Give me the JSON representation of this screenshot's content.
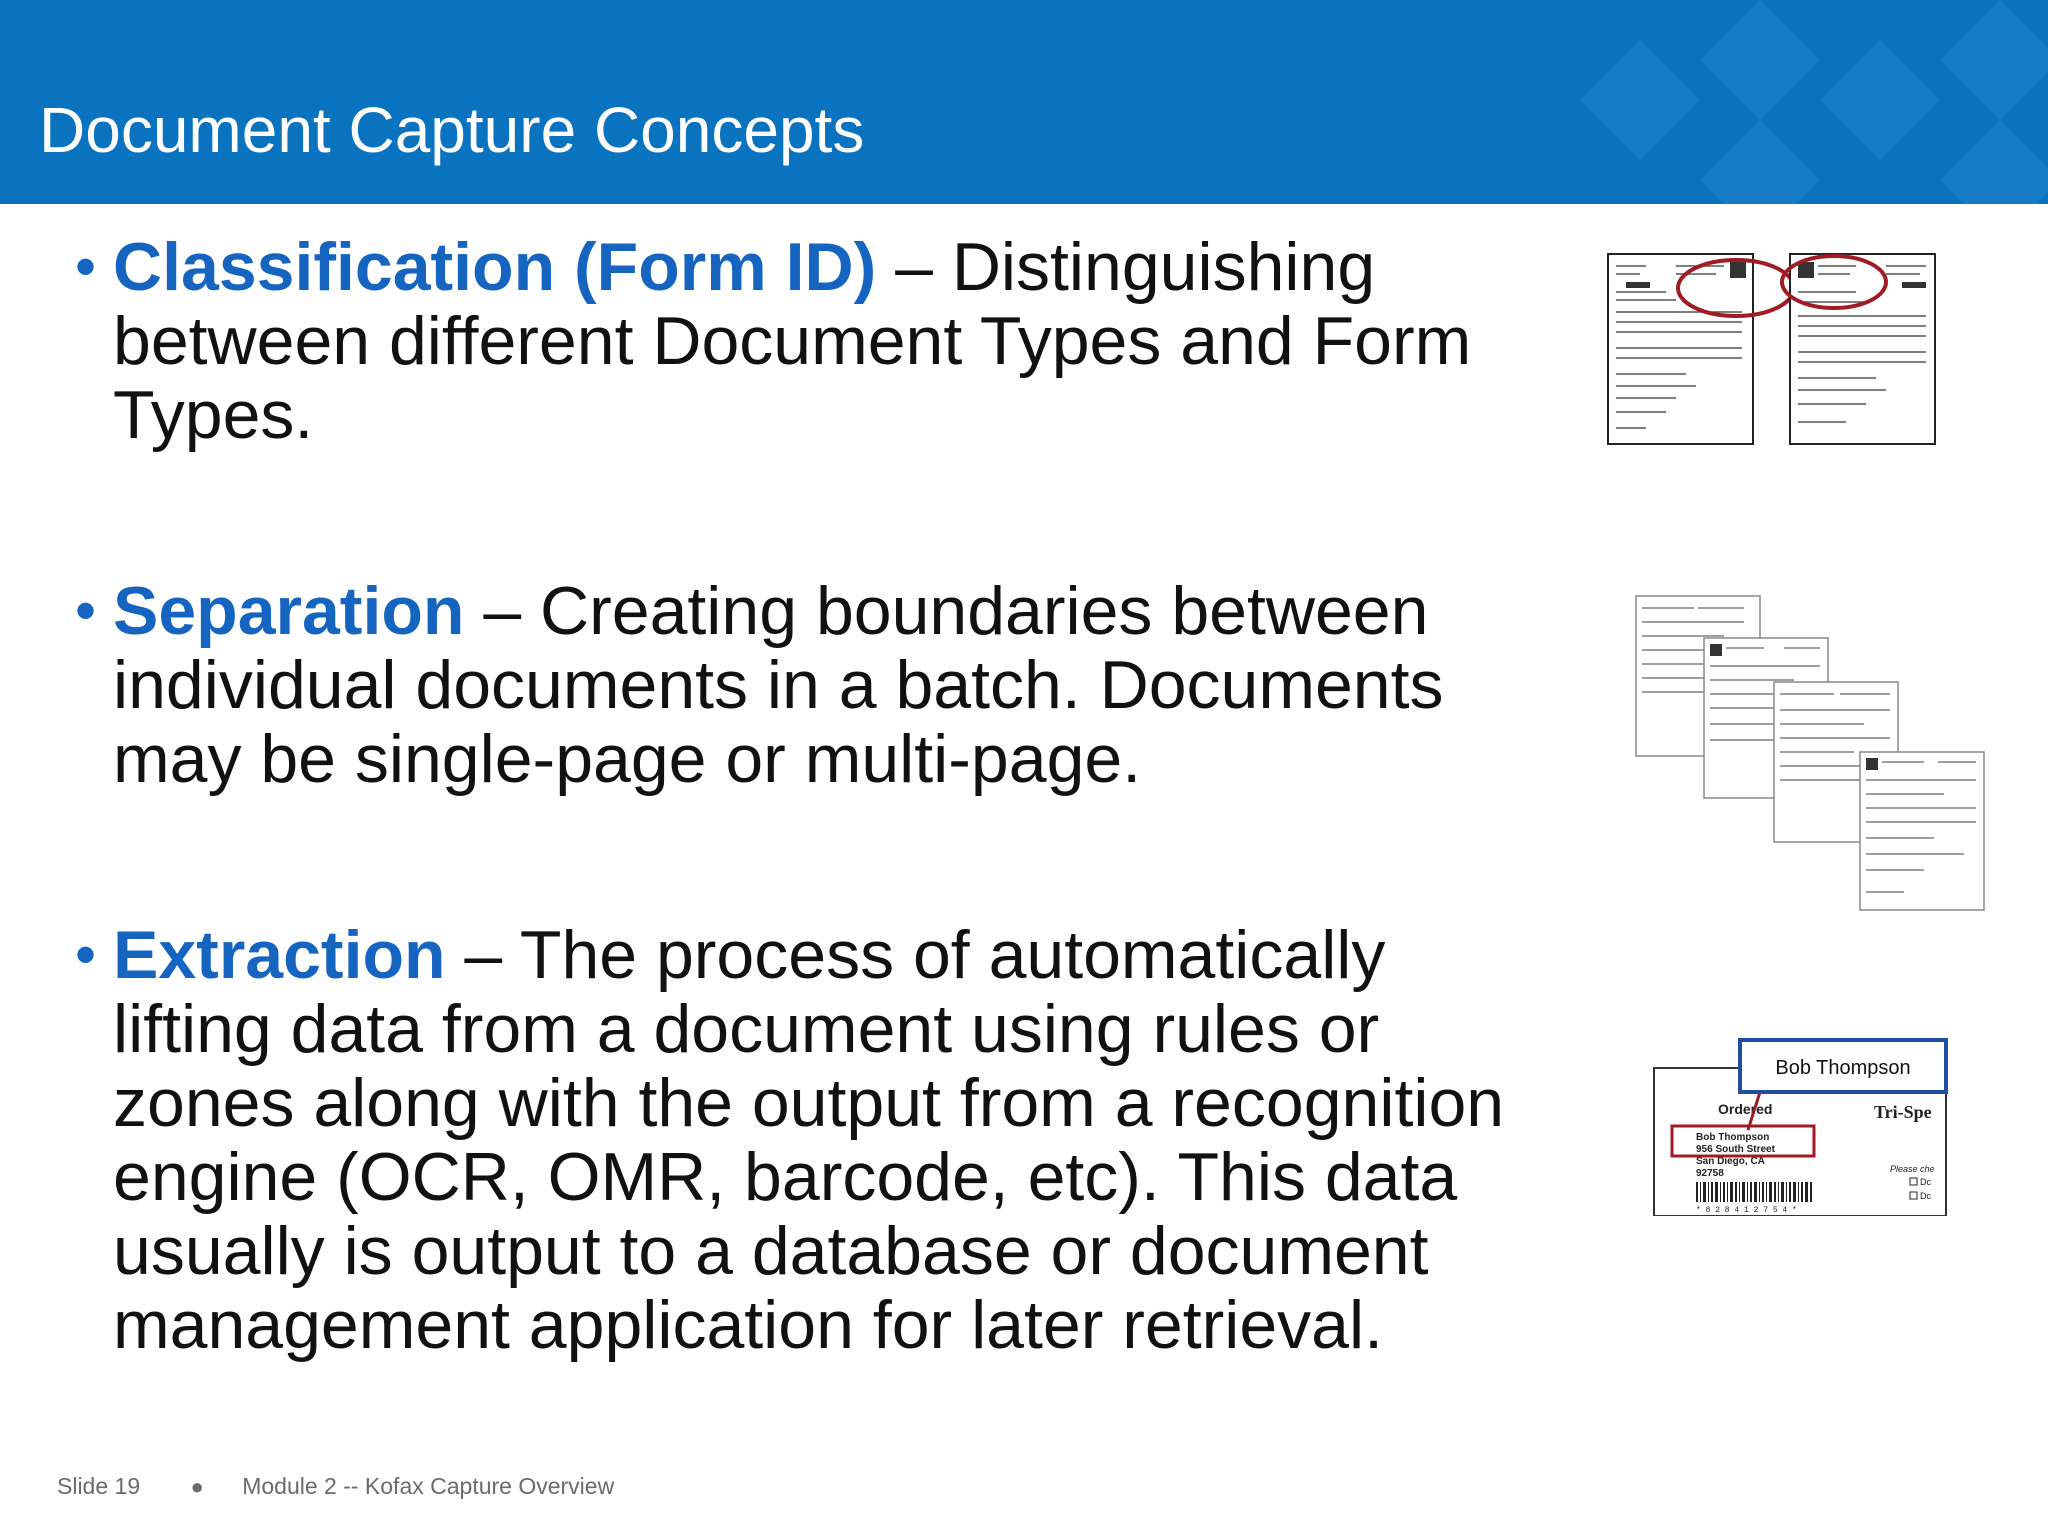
{
  "slide": {
    "title": "Document Capture Concepts",
    "bullets": [
      {
        "term": "Classification (Form ID)",
        "text": " – Distinguishing between different Document Types and Form Types."
      },
      {
        "term": "Separation",
        "text": " – Creating boundaries between individual documents in a batch. Documents may be single-page or multi-page."
      },
      {
        "term": "Extraction",
        "text": " – The process of automatically lifting data from a document using rules or zones along with the output from a recognition engine (OCR, OMR, barcode, etc).  This data usually is output to a database or document management application for later retrieval."
      }
    ],
    "extraction_figure": {
      "callout": "Bob Thompson",
      "ordered_label": "Ordered",
      "address_line1": "Bob Thompson",
      "address_line2": "956 South Street",
      "address_line3": "San Diego, CA",
      "zip": "92758",
      "company": "Tri-Spe",
      "please_check": "Please che",
      "check_opt1": "Dc",
      "check_opt2": "Dc",
      "barcode_digits": "* 8 2 8 4 1 2 7 5 4 *"
    }
  },
  "footer": {
    "slide_label": "Slide 19",
    "separator": "●",
    "module": "Module 2 -- Kofax Capture Overview"
  },
  "colors": {
    "header_blue": "#0a73c0",
    "term_blue": "#1565c0",
    "highlight_red": "#a01c24"
  }
}
